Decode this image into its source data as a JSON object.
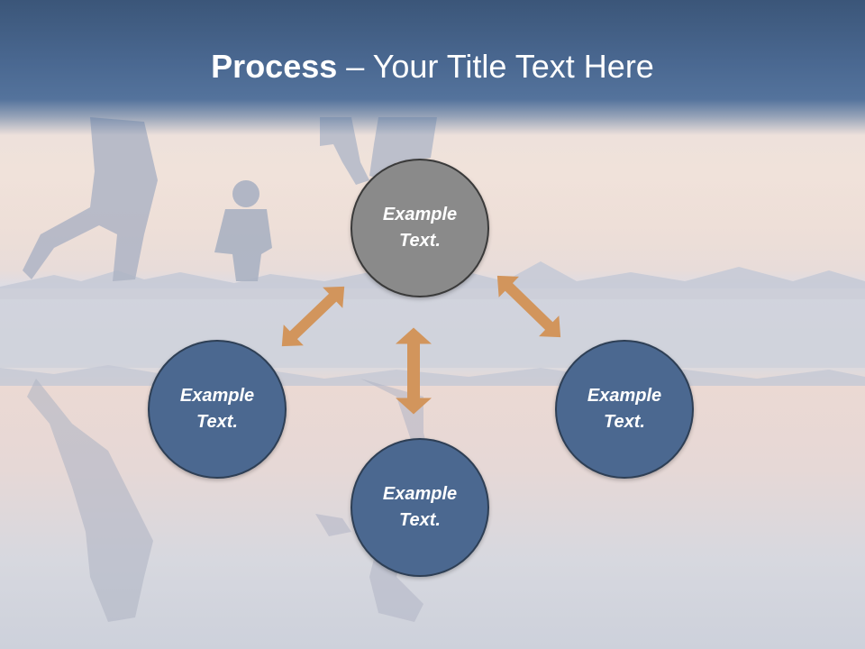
{
  "title": {
    "bold": "Process",
    "rest": " – Your Title Text Here"
  },
  "nodes": {
    "top": {
      "line1": "Example",
      "line2": "Text."
    },
    "left": {
      "line1": "Example",
      "line2": "Text."
    },
    "right": {
      "line1": "Example",
      "line2": "Text."
    },
    "bottom": {
      "line1": "Example",
      "line2": "Text."
    }
  },
  "colors": {
    "title_bar": "#4a6891",
    "node_blue": "#4b6890",
    "node_gray": "#8a8a8a",
    "arrow": "#d2955c"
  }
}
